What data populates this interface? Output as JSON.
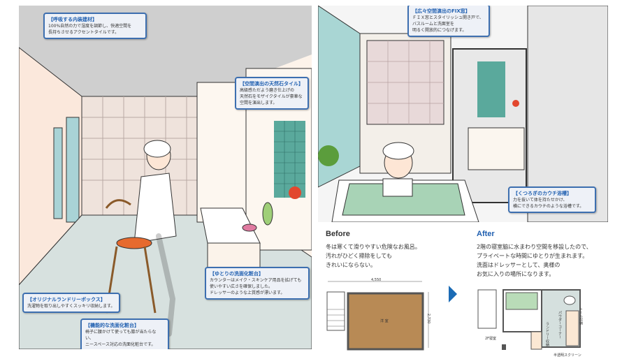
{
  "left_scene": {
    "callouts": [
      {
        "title": "【呼吸する内装建材】",
        "body": "100%自然の力で湿度を調節し、快適空間を\n長持ちさせるアクセントタイルです。"
      },
      {
        "title": "【空間演出の天然石タイル】",
        "body": "高級感ただよう磨き仕上げの\n天然石をモザイクタイルが豪華な\n空間を演出します。"
      },
      {
        "title": "【ゆとりの洗面化粧台】",
        "body": "カウンターはメイク・スキンケア用品を拡げても\n使いやすい広さを確保しました。\nドレッサーのような上質感が漂います。"
      },
      {
        "title": "【オリジナルランドリーボックス】",
        "body": "洗濯物を取り出しやすくスッキリ収納します。"
      },
      {
        "title": "【機能的な洗面化粧台】",
        "body": "椅子に腰かけて使っても膝が当たらない、\nニースペース対応の洗面化粧台です。"
      }
    ]
  },
  "right_scene": {
    "callouts": [
      {
        "title": "【広々空間演出のFIX窓】",
        "body": "ＦＩＸ窓とスタイリッシュ開き戸で、\nバスルームと洗面室を\n明るく開放的につなげます。"
      },
      {
        "title": "【くつろぎのカウチ浴槽】",
        "body": "力を抜いて体を持たせかけ、\n横にできるカウチのような浴槽です。"
      }
    ]
  },
  "before": {
    "title": "Before",
    "body": "冬は寒くて滑りやすい危険なお風呂。\n汚れがひどく掃除をしても\nきれいにならない。",
    "plan": {
      "width_dim": "4,550",
      "height_dim": "2,730",
      "room": "洋 室"
    }
  },
  "after": {
    "title": "After",
    "body": "2階の寝室脇に水まわり空間を移設したので、\nプライベートな時間にゆとりが生まれます。\n洗面はドレッサーとして、奥様の\nお気に入りの場所になります。",
    "plan": {
      "toilet_storage": "トール収納",
      "powder_corner": "パウダーコーナー",
      "laundry_storage": "ランドリー収納",
      "bedroom": "2F寝室",
      "screen": "半透明スクリーン"
    }
  },
  "colors": {
    "accent": "#1f5fb0",
    "arrow": "#1b6bb5",
    "floor_before": "#b88a55",
    "bath_after": "#b9dcb8"
  }
}
